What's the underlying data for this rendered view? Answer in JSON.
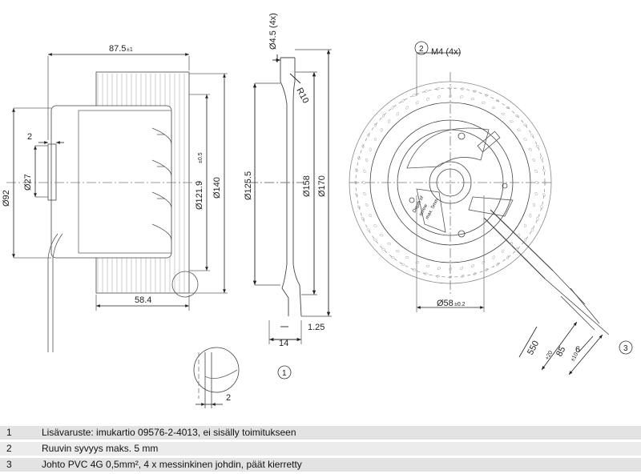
{
  "dimensions": {
    "width_87_5": "87.5",
    "width_87_5_tol": "±1",
    "dia_92": "Ø92",
    "dia_27": "Ø27",
    "dim_2_left": "2",
    "dia_121_9": "Ø121.9",
    "dia_121_9_tol": "±0.5",
    "dia_140": "Ø140",
    "len_58_4": "58.4",
    "dia_4_5": "Ø4.5 (4x)",
    "radius_r10": "R10",
    "dia_125_5": "Ø125.5",
    "dia_158": "Ø158",
    "dia_170": "Ø170",
    "thk_1_25": "1.25",
    "len_14": "14",
    "detail_2": "2",
    "m4": "M4 (4x)",
    "dia_58": "Ø58",
    "dia_58_tol": "±0.2",
    "cable_550": "550",
    "cable_550_tol": "+20",
    "cable_85": "85",
    "cable_85_tol": "±10",
    "cable_6": "6"
  },
  "callouts": {
    "c1": "1",
    "c2": "2",
    "c3": "3"
  },
  "label_text": [
    "Depth of",
    "screw",
    "max. 5mm"
  ],
  "notes": [
    {
      "num": "1",
      "text": "Lisävaruste: imukartio 09576-2-4013, ei sisälly toimitukseen"
    },
    {
      "num": "2",
      "text": "Ruuvin syvyys maks. 5 mm"
    },
    {
      "num": "3",
      "text": "Johto PVC 4G 0,5mm², 4 x messinkinen johdin, päät kierretty"
    }
  ]
}
